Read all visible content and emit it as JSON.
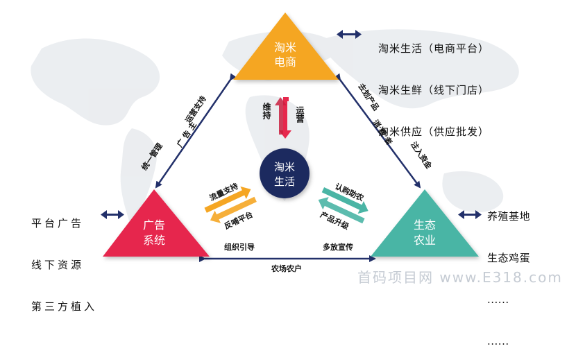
{
  "colors": {
    "top_triangle": "#f5a623",
    "left_triangle": "#e6284d",
    "right_triangle": "#4ab5a5",
    "center_circle": "#1e2a5e",
    "arrow_navy": "#22306a",
    "red_badge": "#e6284d",
    "orange_badge": "#f5a623",
    "teal_badge": "#4ab5a5"
  },
  "nodes": {
    "top": {
      "line1": "淘米",
      "line2": "电商"
    },
    "left": {
      "line1": "广告",
      "line2": "系统"
    },
    "right": {
      "line1": "生态",
      "line2": "农业"
    },
    "center": {
      "line1": "淘米",
      "line2": "生活"
    }
  },
  "side_lists": {
    "top_right": [
      "淘米生活（电商平台）",
      "淘米生鲜（线下门店）",
      "淘米供应（供应批发）"
    ],
    "left": [
      "平台广告",
      "线下资源",
      "第三方植入"
    ],
    "right": [
      "养殖基地",
      "生态鸡蛋",
      "......",
      "......"
    ]
  },
  "edges": {
    "left_edge": {
      "outer": "运营支持",
      "middle": "广 告 主",
      "inner": "统一管理"
    },
    "right_edge": {
      "outer": "去划产品",
      "middle": "消 费 者",
      "inner": "注入资金"
    },
    "bottom_edge": {
      "left": "组织引导",
      "right": "多放宣传",
      "middle": "农场农户"
    }
  },
  "badges": {
    "top": {
      "left": "维持",
      "right": "运营"
    },
    "left": {
      "upper": "流量支持",
      "lower": "反哺平台"
    },
    "right": {
      "upper": "认购助农",
      "lower": "产品升级"
    }
  },
  "watermark": "首码项目网 www.E318.com"
}
